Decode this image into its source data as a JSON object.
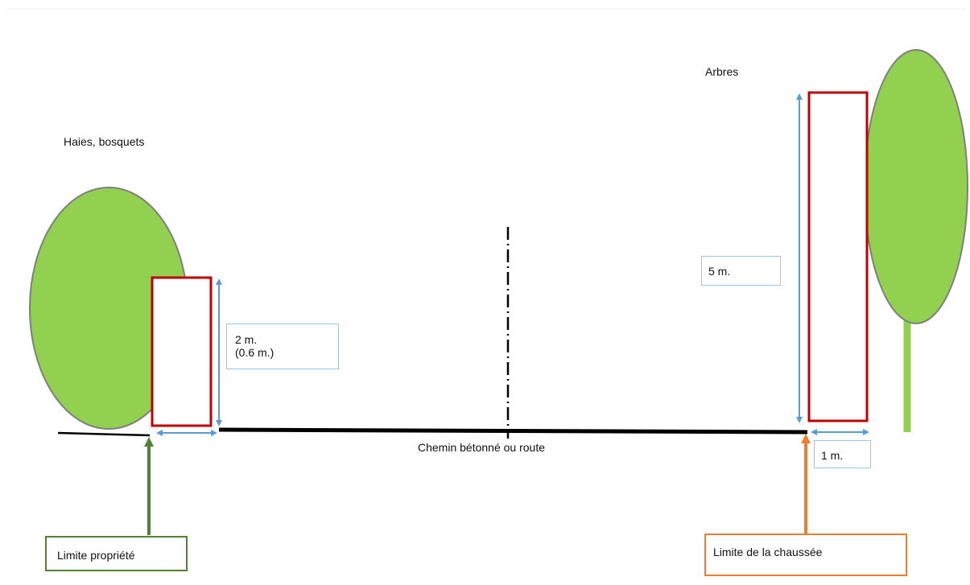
{
  "labels": {
    "hedges_title": "Haies, bosquets",
    "trees_title": "Arbres",
    "road": "Chemin bétonné ou route"
  },
  "dimensions": {
    "hedge_height": "2 m.\n(0.6 m.)",
    "tree_height": "5 m.",
    "tree_offset": "1 m."
  },
  "callouts": {
    "property_limit": "Limite propriété",
    "roadway_limit": "Limite de la chaussée"
  },
  "colors": {
    "foliage": "#92d050",
    "foliage_outline": "#7f7f7f",
    "clearance_box": "#c00000",
    "dimension_line": "#5b9bd5",
    "property_arrow": "#548235",
    "roadway_arrow": "#ed7d31",
    "road_line": "#000000"
  }
}
